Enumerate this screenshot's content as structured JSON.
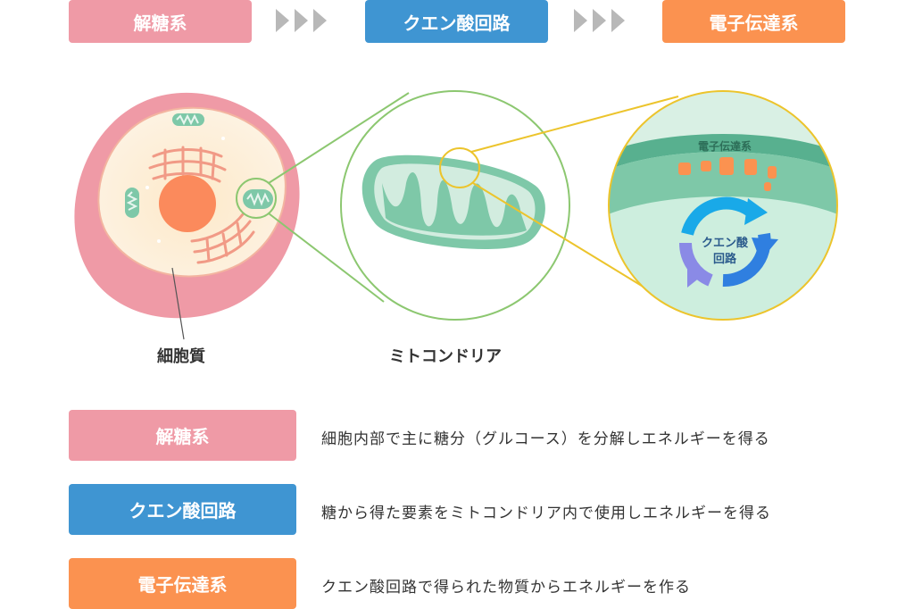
{
  "colors": {
    "pink": "#ef9aa6",
    "blue": "#3f95d2",
    "orange": "#fb9250",
    "mito_green": "#7ec8a8",
    "outline_green": "#8cc770",
    "outline_yellow": "#ecc42c",
    "arrow_gray": "#b8b8b8"
  },
  "flow": {
    "stage1": "解糖系",
    "stage2": "クエン酸回路",
    "stage3": "電子伝達系"
  },
  "diagram": {
    "cytoplasm_label": "細胞質",
    "mitochondria_label": "ミトコンドリア",
    "etc_label": "電子伝達系",
    "cycle_label_line1": "クエン酸",
    "cycle_label_line2": "回路"
  },
  "rows": [
    {
      "name": "解糖系",
      "desc": "細胞内部で主に糖分（グルコース）を分解しエネルギーを得る"
    },
    {
      "name": "クエン酸回路",
      "desc": "糖から得た要素をミトコンドリア内で使用しエネルギーを得る"
    },
    {
      "name": "電子伝達系",
      "desc": "クエン酸回路で得られた物質からエネルギーを作る"
    }
  ]
}
